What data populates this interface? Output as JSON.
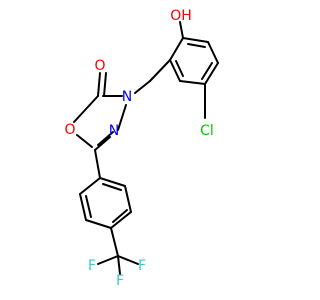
{
  "molecule": {
    "atoms": [
      {
        "id": "OH",
        "label": "OH",
        "color": "#ff0000"
      },
      {
        "id": "O2",
        "label": "O",
        "color": "#ff0000"
      },
      {
        "id": "N3",
        "label": "N",
        "color": "#0000ff"
      },
      {
        "id": "N4",
        "label": "N",
        "color": "#0000ff"
      },
      {
        "id": "O1",
        "label": "O",
        "color": "#ff0000"
      },
      {
        "id": "Cl",
        "label": "Cl",
        "color": "#00cc00"
      },
      {
        "id": "F1",
        "label": "F",
        "color": "#33cccc"
      },
      {
        "id": "F2",
        "label": "F",
        "color": "#33cccc"
      },
      {
        "id": "F3",
        "label": "F",
        "color": "#33cccc"
      }
    ]
  }
}
